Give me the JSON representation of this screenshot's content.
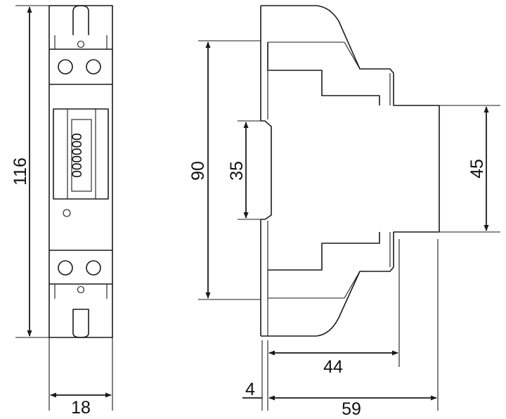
{
  "front_view": {
    "height_label": "116",
    "width_label": "18",
    "counter_digits": [
      "0",
      "0",
      "0",
      "0",
      "0",
      "0"
    ]
  },
  "side_view": {
    "height_label": "90",
    "rail_label": "35",
    "front_height_label": "45",
    "depth_rail_label": "44",
    "offset_label": "4",
    "total_depth_label": "59"
  }
}
